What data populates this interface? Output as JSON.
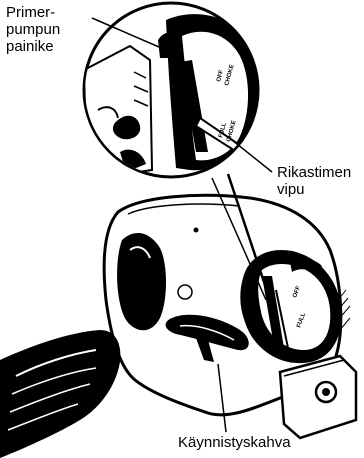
{
  "labels": {
    "primer_line1": "Primer-",
    "primer_line2": "pumpun",
    "primer_line3": "painike",
    "choke_line1": "Rikastimen",
    "choke_line2": "vipu",
    "start_handle": "Käynnistyskahva"
  },
  "markings": {
    "off_choke_top": "OFF",
    "off_choke_bottom": "CHOKE",
    "full_choke_top": "FULL",
    "full_choke_bottom": "CHOKE"
  },
  "colors": {
    "ink": "#000000",
    "paper": "#ffffff"
  }
}
